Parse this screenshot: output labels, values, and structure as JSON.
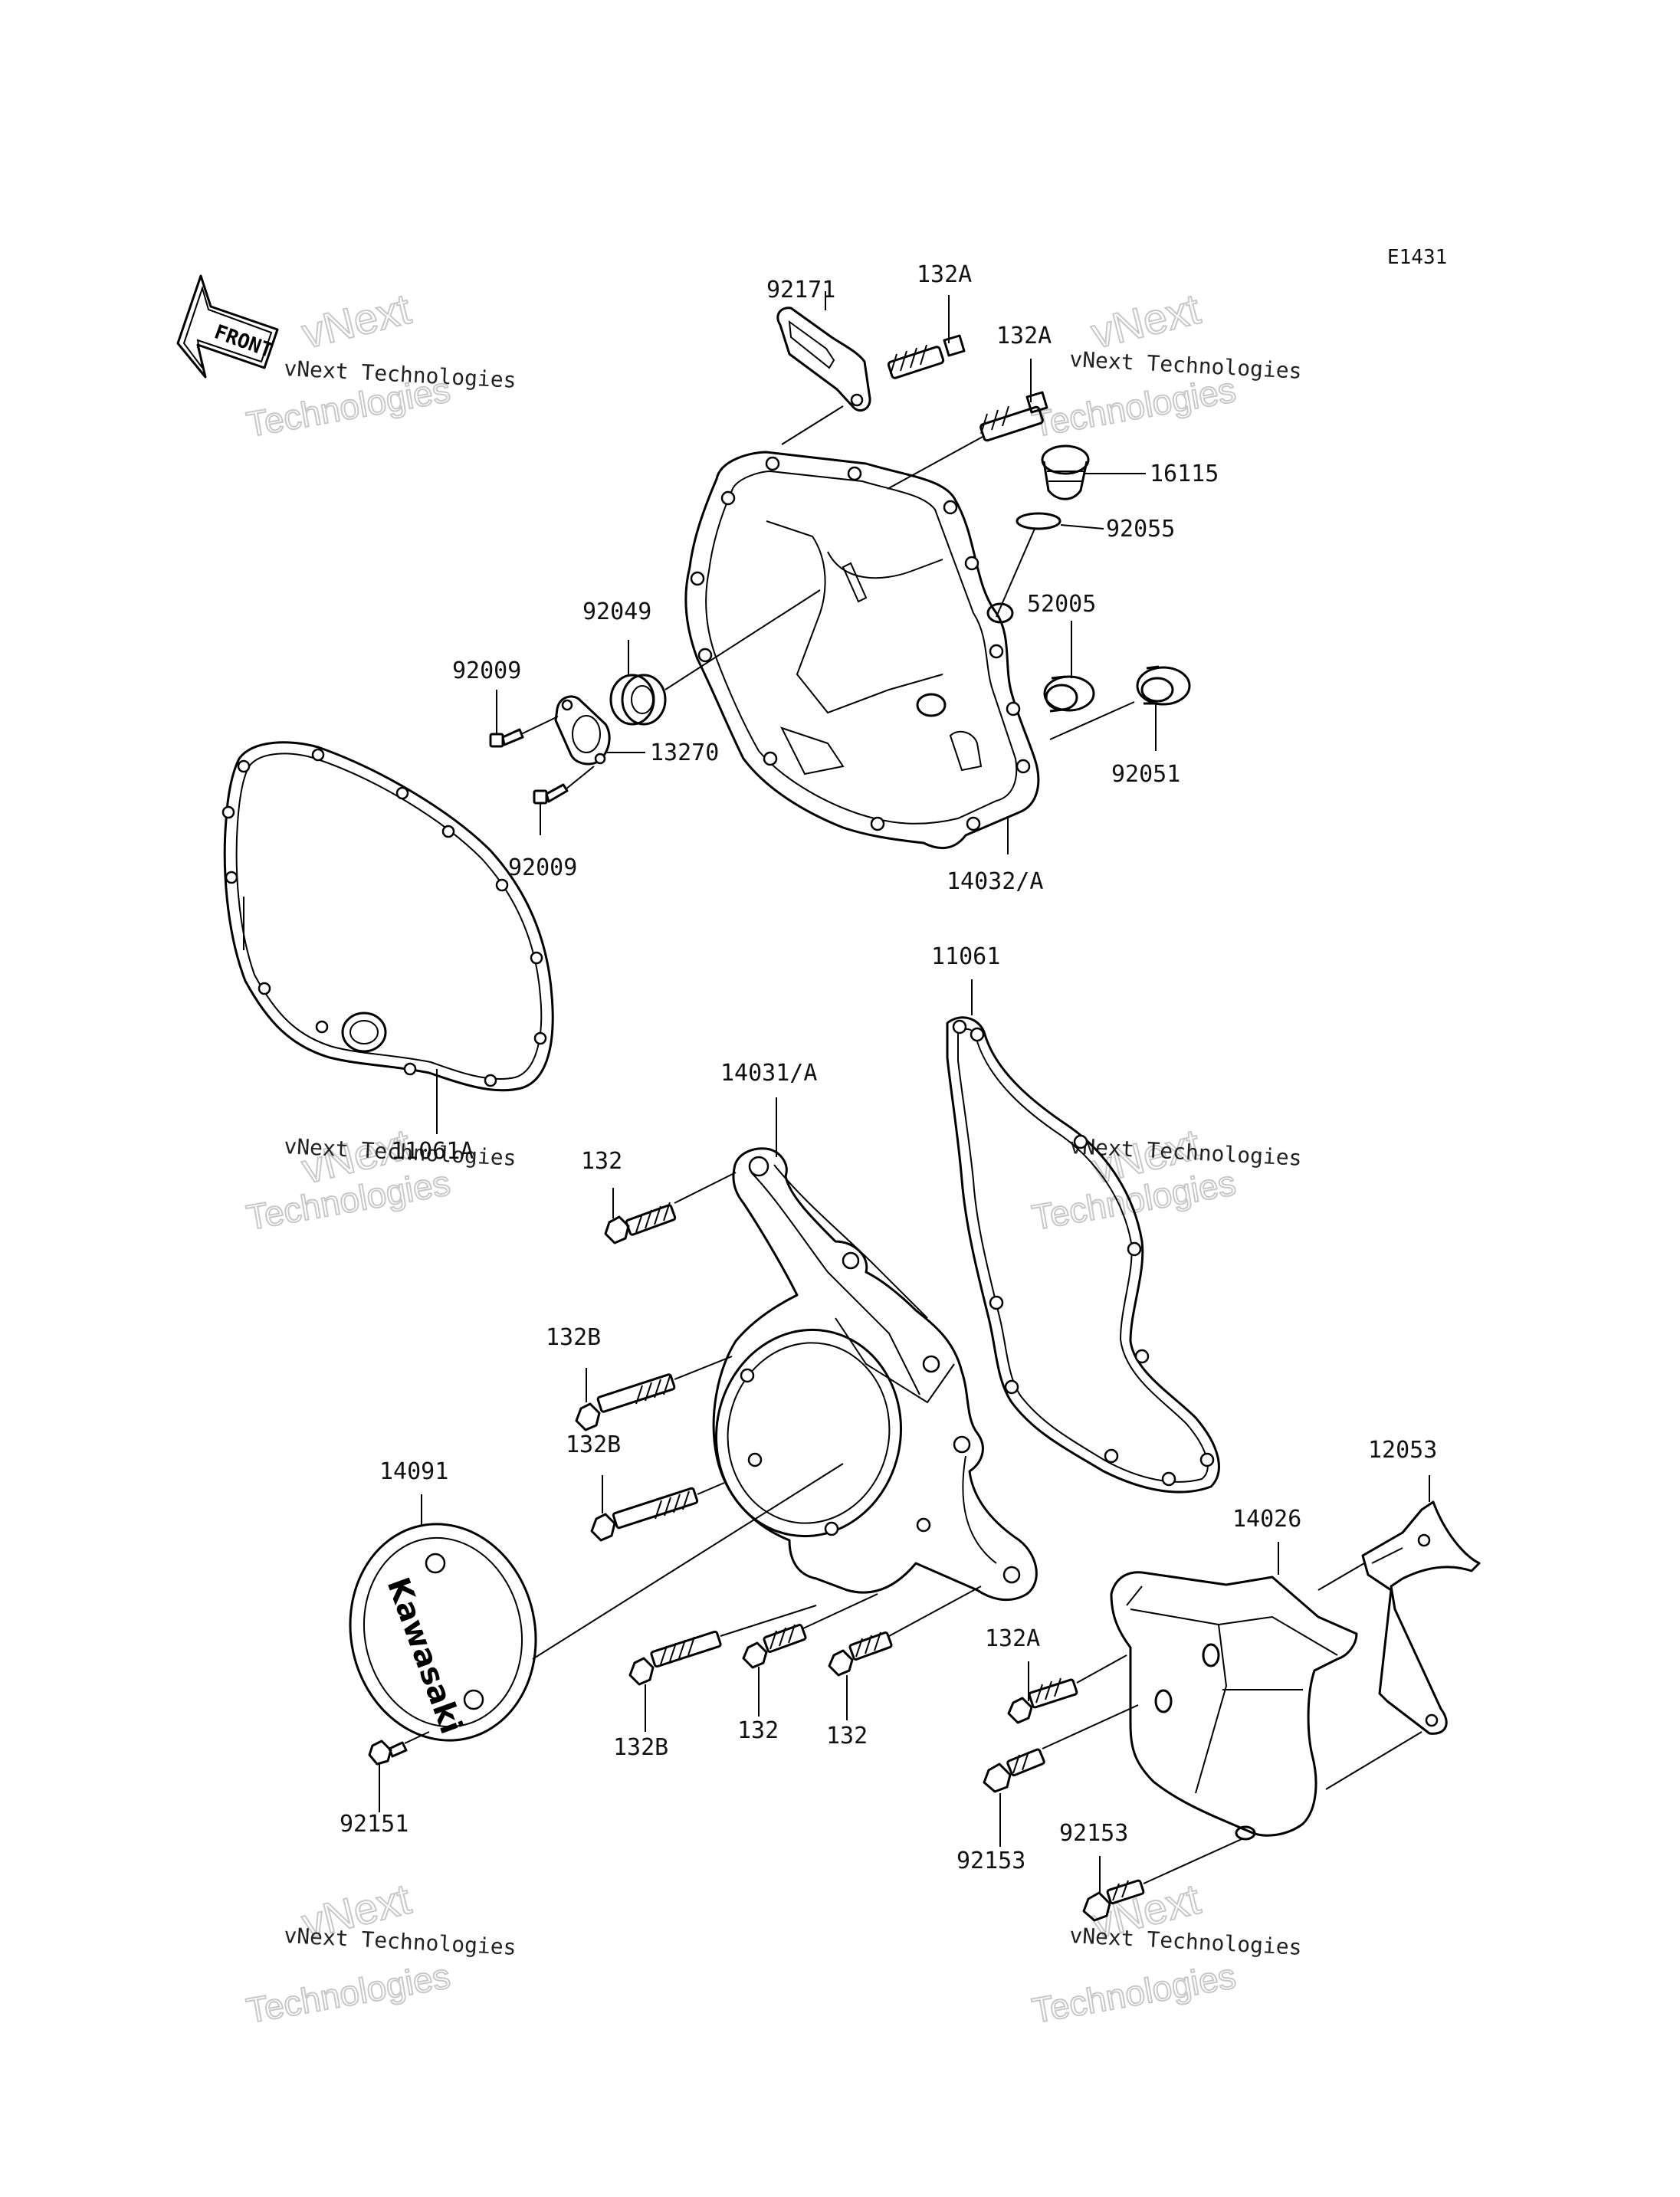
{
  "diagram_code": "E1431",
  "front_arrow": {
    "label": "FRONT",
    "icon": "front-arrow-icon"
  },
  "watermark": {
    "line1": "vNext",
    "line2": "vNext Technologies",
    "line3": "Technologies"
  },
  "logo": {
    "text": "Kawasaki"
  },
  "parts": {
    "p92171": "92171",
    "p132A_1": "132A",
    "p132A_2": "132A",
    "p16115": "16115",
    "p92055": "92055",
    "p52005": "52005",
    "p92049": "92049",
    "p92009_1": "92009",
    "p13270": "13270",
    "p92009_2": "92009",
    "p92051": "92051",
    "p14032A": "14032/A",
    "p11061": "11061",
    "p11061A": "11061A",
    "p14031A": "14031/A",
    "p132_1": "132",
    "p132B_1": "132B",
    "p132B_2": "132B",
    "p14091": "14091",
    "p12053": "12053",
    "p14026": "14026",
    "p132A_3": "132A",
    "p132B_3": "132B",
    "p132_2": "132",
    "p132_3": "132",
    "p92151": "92151",
    "p92153_1": "92153",
    "p92153_2": "92153"
  }
}
